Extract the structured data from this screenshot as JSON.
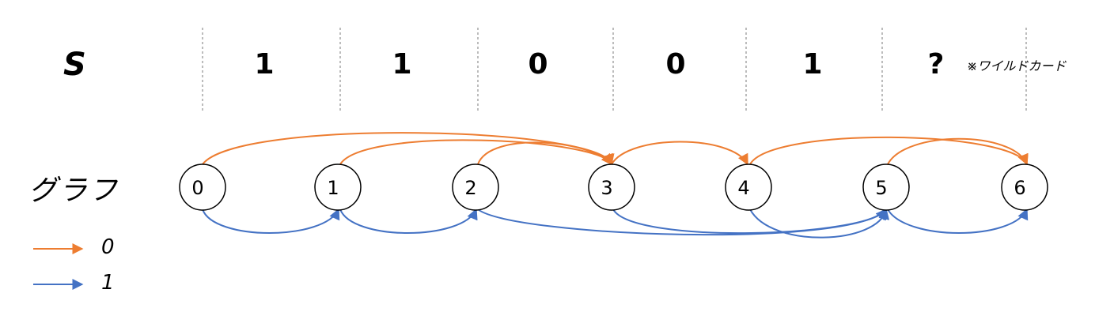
{
  "sequence": {
    "label": "S",
    "values": [
      "1",
      "1",
      "0",
      "0",
      "1",
      "?"
    ],
    "wildcard_note": "※ワイルドカード"
  },
  "graph": {
    "label": "グラフ",
    "nodes": [
      "0",
      "1",
      "2",
      "3",
      "4",
      "5",
      "6"
    ],
    "edges_zero": [
      [
        0,
        3
      ],
      [
        1,
        3
      ],
      [
        2,
        3
      ],
      [
        3,
        4
      ],
      [
        4,
        6
      ],
      [
        5,
        6
      ]
    ],
    "edges_one": [
      [
        0,
        1
      ],
      [
        1,
        2
      ],
      [
        2,
        5
      ],
      [
        3,
        5
      ],
      [
        4,
        5
      ],
      [
        5,
        6
      ]
    ]
  },
  "legend": [
    {
      "label": "0",
      "color": "#ED7D31"
    },
    {
      "label": "1",
      "color": "#4472C4"
    }
  ],
  "colors": {
    "zero_edge": "#ED7D31",
    "one_edge": "#4472C4",
    "divider": "#A6A6A6"
  }
}
